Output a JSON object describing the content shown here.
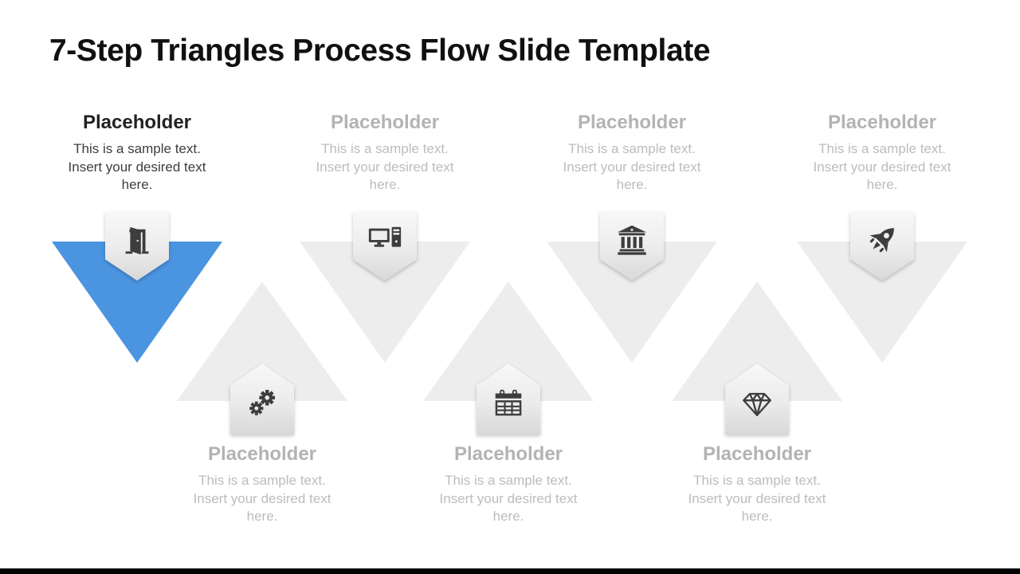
{
  "title": "7-Step Triangles Process Flow Slide Template",
  "colors": {
    "accent_blue": "#4A94E0",
    "triangle_gray": "#EDEDED",
    "badge_gradient_top": "#F8F8F8",
    "badge_gradient_bottom": "#D8D8D8",
    "icon_color": "#3D3D3D",
    "active_heading": "#222222",
    "active_body": "#3D3D3D",
    "inactive_text": "#B3B3B3",
    "inactive_body": "#BCBCBC",
    "bottom_bar": "#000000"
  },
  "top_steps": [
    {
      "heading": "Placeholder",
      "body": "This is a sample text. Insert your desired text here.",
      "icon": "door-icon",
      "active": true
    },
    {
      "heading": "Placeholder",
      "body": "This is a sample text. Insert your desired text here.",
      "icon": "computer-icon",
      "active": false
    },
    {
      "heading": "Placeholder",
      "body": "This is a sample text. Insert your desired text here.",
      "icon": "bank-icon",
      "active": false
    },
    {
      "heading": "Placeholder",
      "body": "This is a sample text. Insert your desired text here.",
      "icon": "rocket-icon",
      "active": false
    }
  ],
  "bottom_steps": [
    {
      "heading": "Placeholder",
      "body": "This is a sample text. Insert your desired text here.",
      "icon": "gears-icon",
      "active": false
    },
    {
      "heading": "Placeholder",
      "body": "This is a sample text. Insert your desired text here.",
      "icon": "calendar-icon",
      "active": false
    },
    {
      "heading": "Placeholder",
      "body": "This is a sample text. Insert your desired text here.",
      "icon": "diamond-icon",
      "active": false
    }
  ]
}
